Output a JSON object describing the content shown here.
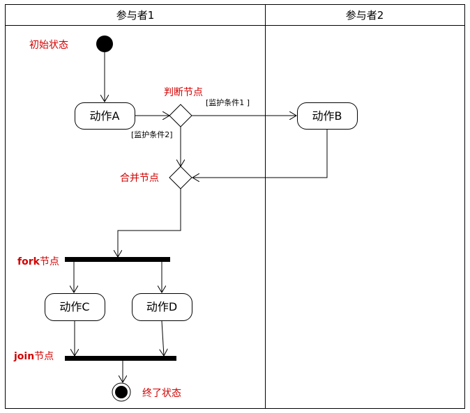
{
  "lanes": {
    "lane1_title": "参与者1",
    "lane2_title": "参与者2"
  },
  "nodes": {
    "action_a": "动作A",
    "action_b": "动作B",
    "action_c": "动作C",
    "action_d": "动作D"
  },
  "guards": {
    "guard1": "[监护条件1 ]",
    "guard2": "[监护条件2]"
  },
  "annotations": {
    "initial_state": "初始状态",
    "decision_node": "判断节点",
    "merge_node": "合并节点",
    "fork_node_en": "fork",
    "fork_node_cn": "节点",
    "join_node_en": "join",
    "join_node_cn": "节点",
    "final_state": "终了状态"
  },
  "colors": {
    "annotation": "#d40000",
    "line": "#000000"
  }
}
